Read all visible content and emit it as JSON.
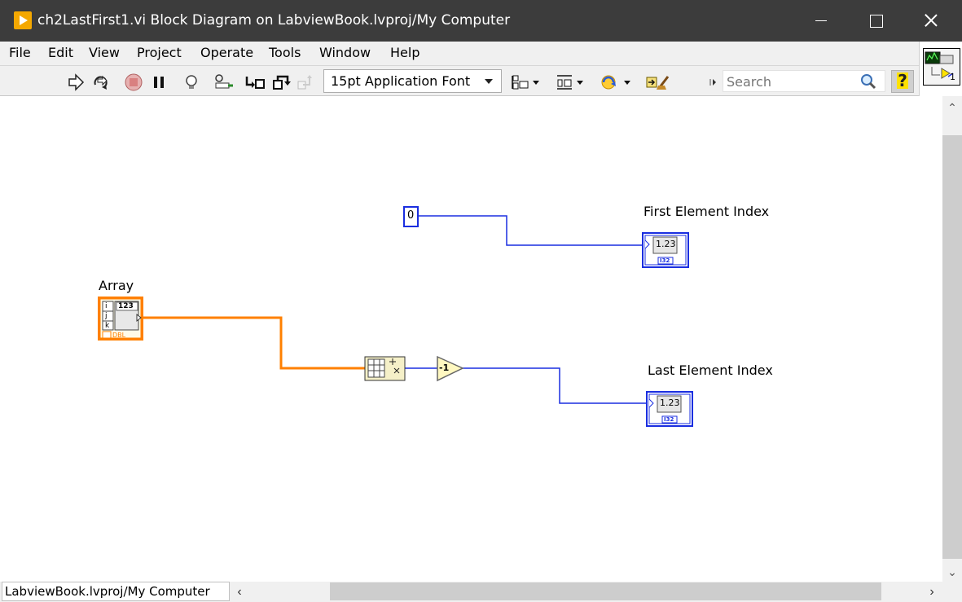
{
  "window": {
    "title": "ch2LastFirst1.vi Block Diagram on LabviewBook.lvproj/My Computer"
  },
  "menu": {
    "items": [
      "File",
      "Edit",
      "View",
      "Project",
      "Operate",
      "Tools",
      "Window",
      "Help"
    ]
  },
  "toolbar": {
    "font_select": "15pt Application Font",
    "search_placeholder": "Search",
    "help_label": "?"
  },
  "vi_icon": {
    "connector_label": "1"
  },
  "diagram": {
    "array_label": "Array",
    "array_type": "DBL",
    "array_indices": [
      "i",
      "j",
      "k"
    ],
    "array_value": "123",
    "constant_value": "0",
    "decrement_label": "-1",
    "first_index_label": "First Element Index",
    "last_index_label": "Last Element Index",
    "indicator_value": "1.23",
    "indicator_type": "I32"
  },
  "colors": {
    "dbl_wire": "#ff8000",
    "int_wire": "#1a2ee0",
    "titlebar": "#3c3c3c"
  },
  "statusbar": {
    "path": "LabviewBook.lvproj/My Computer"
  }
}
